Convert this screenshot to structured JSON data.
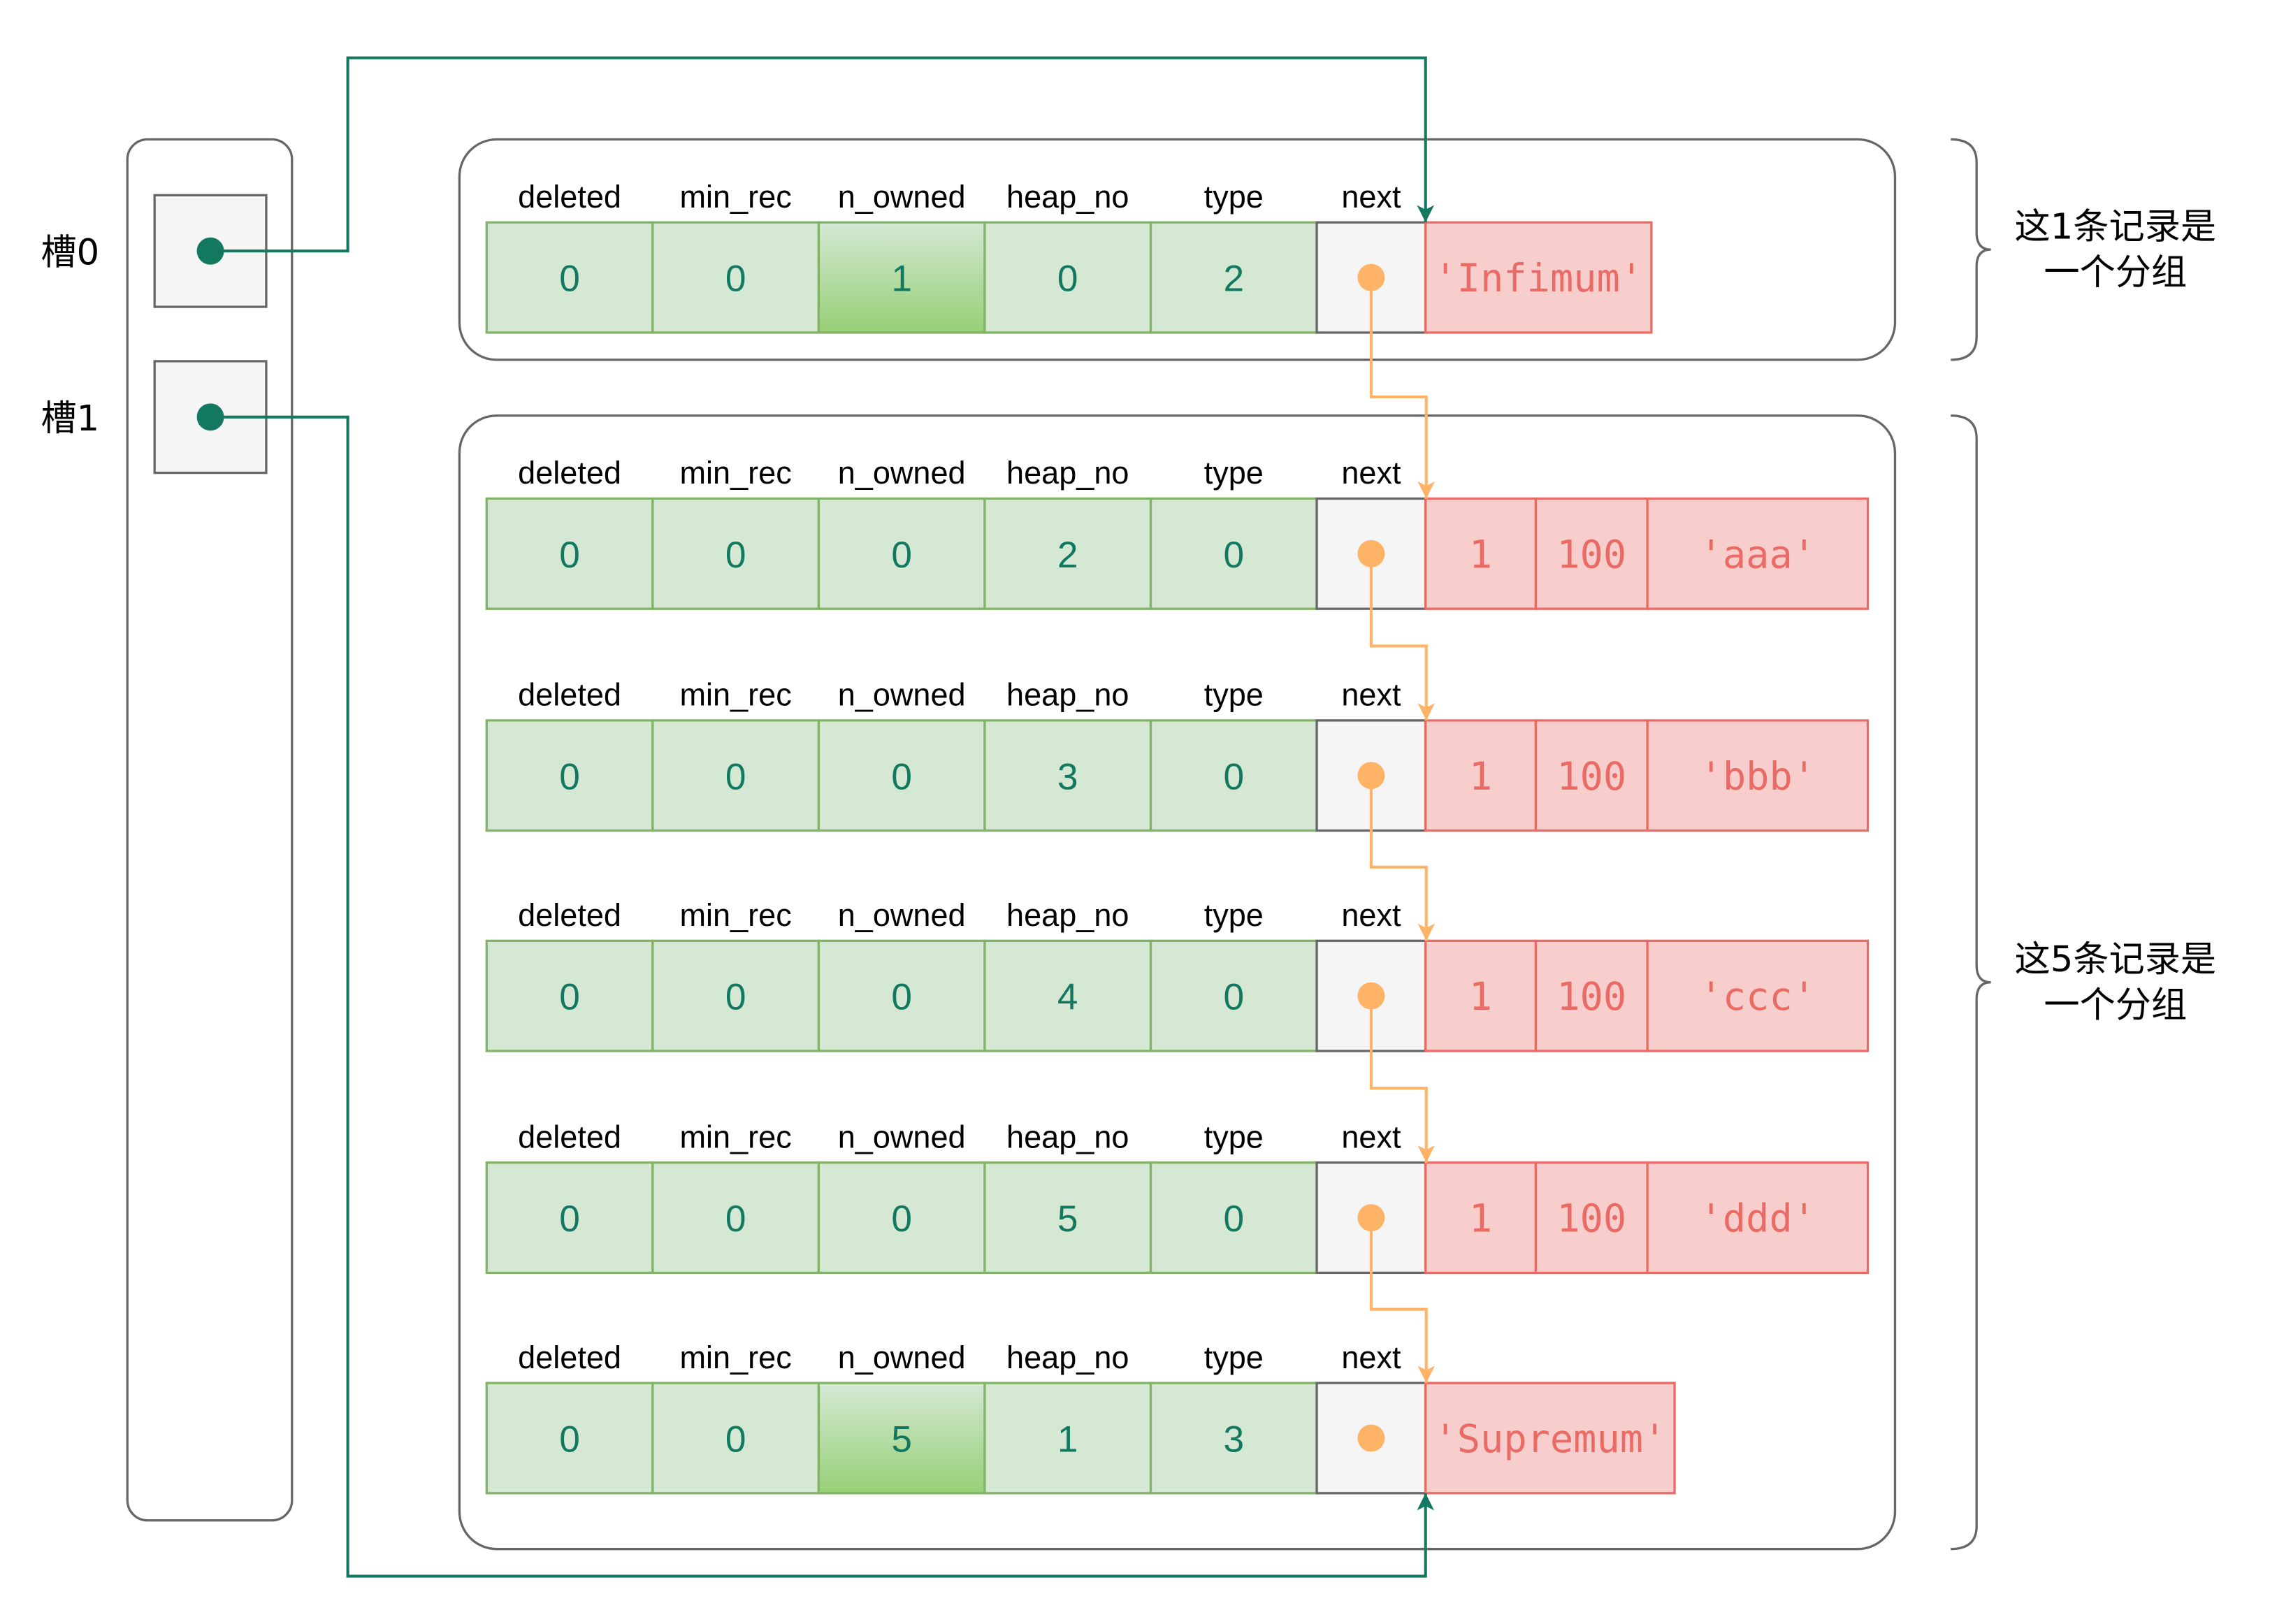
{
  "diagram": {
    "slots": [
      {
        "label": "槽0",
        "target_record": 0
      },
      {
        "label": "槽1",
        "target_record": 5
      }
    ],
    "field_headers": [
      "deleted",
      "min_rec",
      "n_owned",
      "heap_no",
      "type",
      "next"
    ],
    "records": [
      {
        "values": [
          "0",
          "0",
          "1",
          "0",
          "2"
        ],
        "group_owner": true,
        "data": [
          "'Infimum'"
        ]
      },
      {
        "values": [
          "0",
          "0",
          "0",
          "2",
          "0"
        ],
        "group_owner": false,
        "data": [
          "1",
          "100",
          "'aaa'"
        ]
      },
      {
        "values": [
          "0",
          "0",
          "0",
          "3",
          "0"
        ],
        "group_owner": false,
        "data": [
          "1",
          "100",
          "'bbb'"
        ]
      },
      {
        "values": [
          "0",
          "0",
          "0",
          "4",
          "0"
        ],
        "group_owner": false,
        "data": [
          "1",
          "100",
          "'ccc'"
        ]
      },
      {
        "values": [
          "0",
          "0",
          "0",
          "5",
          "0"
        ],
        "group_owner": false,
        "data": [
          "1",
          "100",
          "'ddd'"
        ]
      },
      {
        "values": [
          "0",
          "0",
          "5",
          "1",
          "3"
        ],
        "group_owner": true,
        "data": [
          "'Supremum'"
        ]
      }
    ],
    "groups": [
      {
        "records": [
          0
        ],
        "note": [
          "这1条记录是",
          "一个分组"
        ]
      },
      {
        "records": [
          1,
          2,
          3,
          4,
          5
        ],
        "note": [
          "这5条记录是",
          "一个分组"
        ]
      }
    ]
  },
  "colors": {
    "frame": "#666666",
    "slot_fill": "#f5f5f5",
    "slot_pointer": "#12785f",
    "field_fill": "#d5e8d4",
    "field_stroke": "#82b366",
    "owner_gradient_bottom": "#97d077",
    "value_text": "#12785f",
    "next_fill": "#f5f5f5",
    "next_pointer": "#ffb366",
    "data_fill": "#f8cecc",
    "data_stroke": "#ea6b66",
    "data_text": "#ea6b66"
  }
}
